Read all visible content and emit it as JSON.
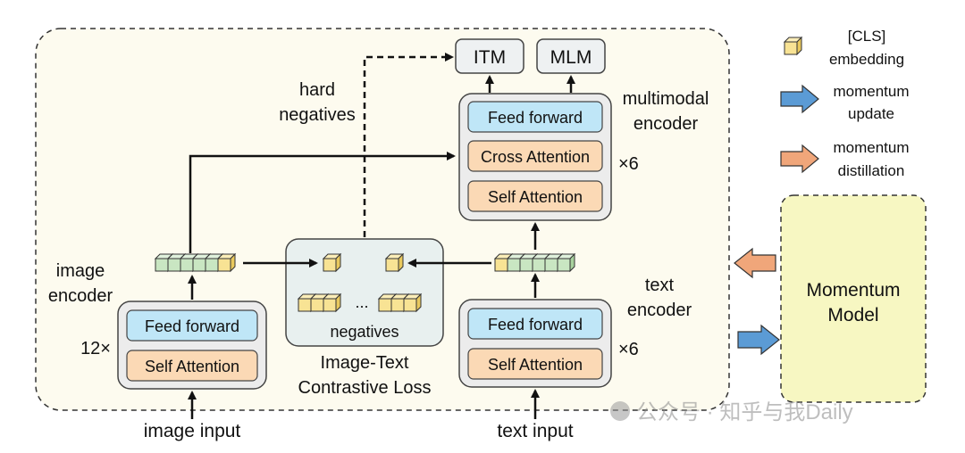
{
  "outputs": {
    "itm": "ITM",
    "mlm": "MLM"
  },
  "labels": {
    "hard_negatives_1": "hard",
    "hard_negatives_2": "negatives",
    "multimodal_encoder_1": "multimodal",
    "multimodal_encoder_2": "encoder",
    "image_encoder_1": "image",
    "image_encoder_2": "encoder",
    "text_encoder_1": "text",
    "text_encoder_2": "encoder",
    "x6_multimodal": "×6",
    "x6_text": "×6",
    "x12_image": "12×",
    "image_input": "image input",
    "text_input": "text input",
    "contrastive_1": "Image-Text",
    "contrastive_2": "Contrastive Loss",
    "negatives": "negatives",
    "ellipsis": "...",
    "momentum_1": "Momentum",
    "momentum_2": "Model"
  },
  "layers": {
    "feed_forward": "Feed forward",
    "cross_attention": "Cross Attention",
    "self_attention": "Self Attention"
  },
  "legend": {
    "cls_1": "[CLS]",
    "cls_2": "embedding",
    "update_1": "momentum",
    "update_2": "update",
    "distill_1": "momentum",
    "distill_2": "distillation"
  },
  "watermark": "公众号 · 知乎与我Daily",
  "colors": {
    "panel_bg": "#fdfbef",
    "feed_forward": "#bfe6f7",
    "attention": "#fbd9b5",
    "block_bg": "#ececec",
    "cls_cube": "#f8e394",
    "token_cube": "#c9e6c2",
    "momentum_box": "#f7f7c2",
    "blue_arrow": "#5b9bd5",
    "orange_arrow": "#f0a67a"
  }
}
